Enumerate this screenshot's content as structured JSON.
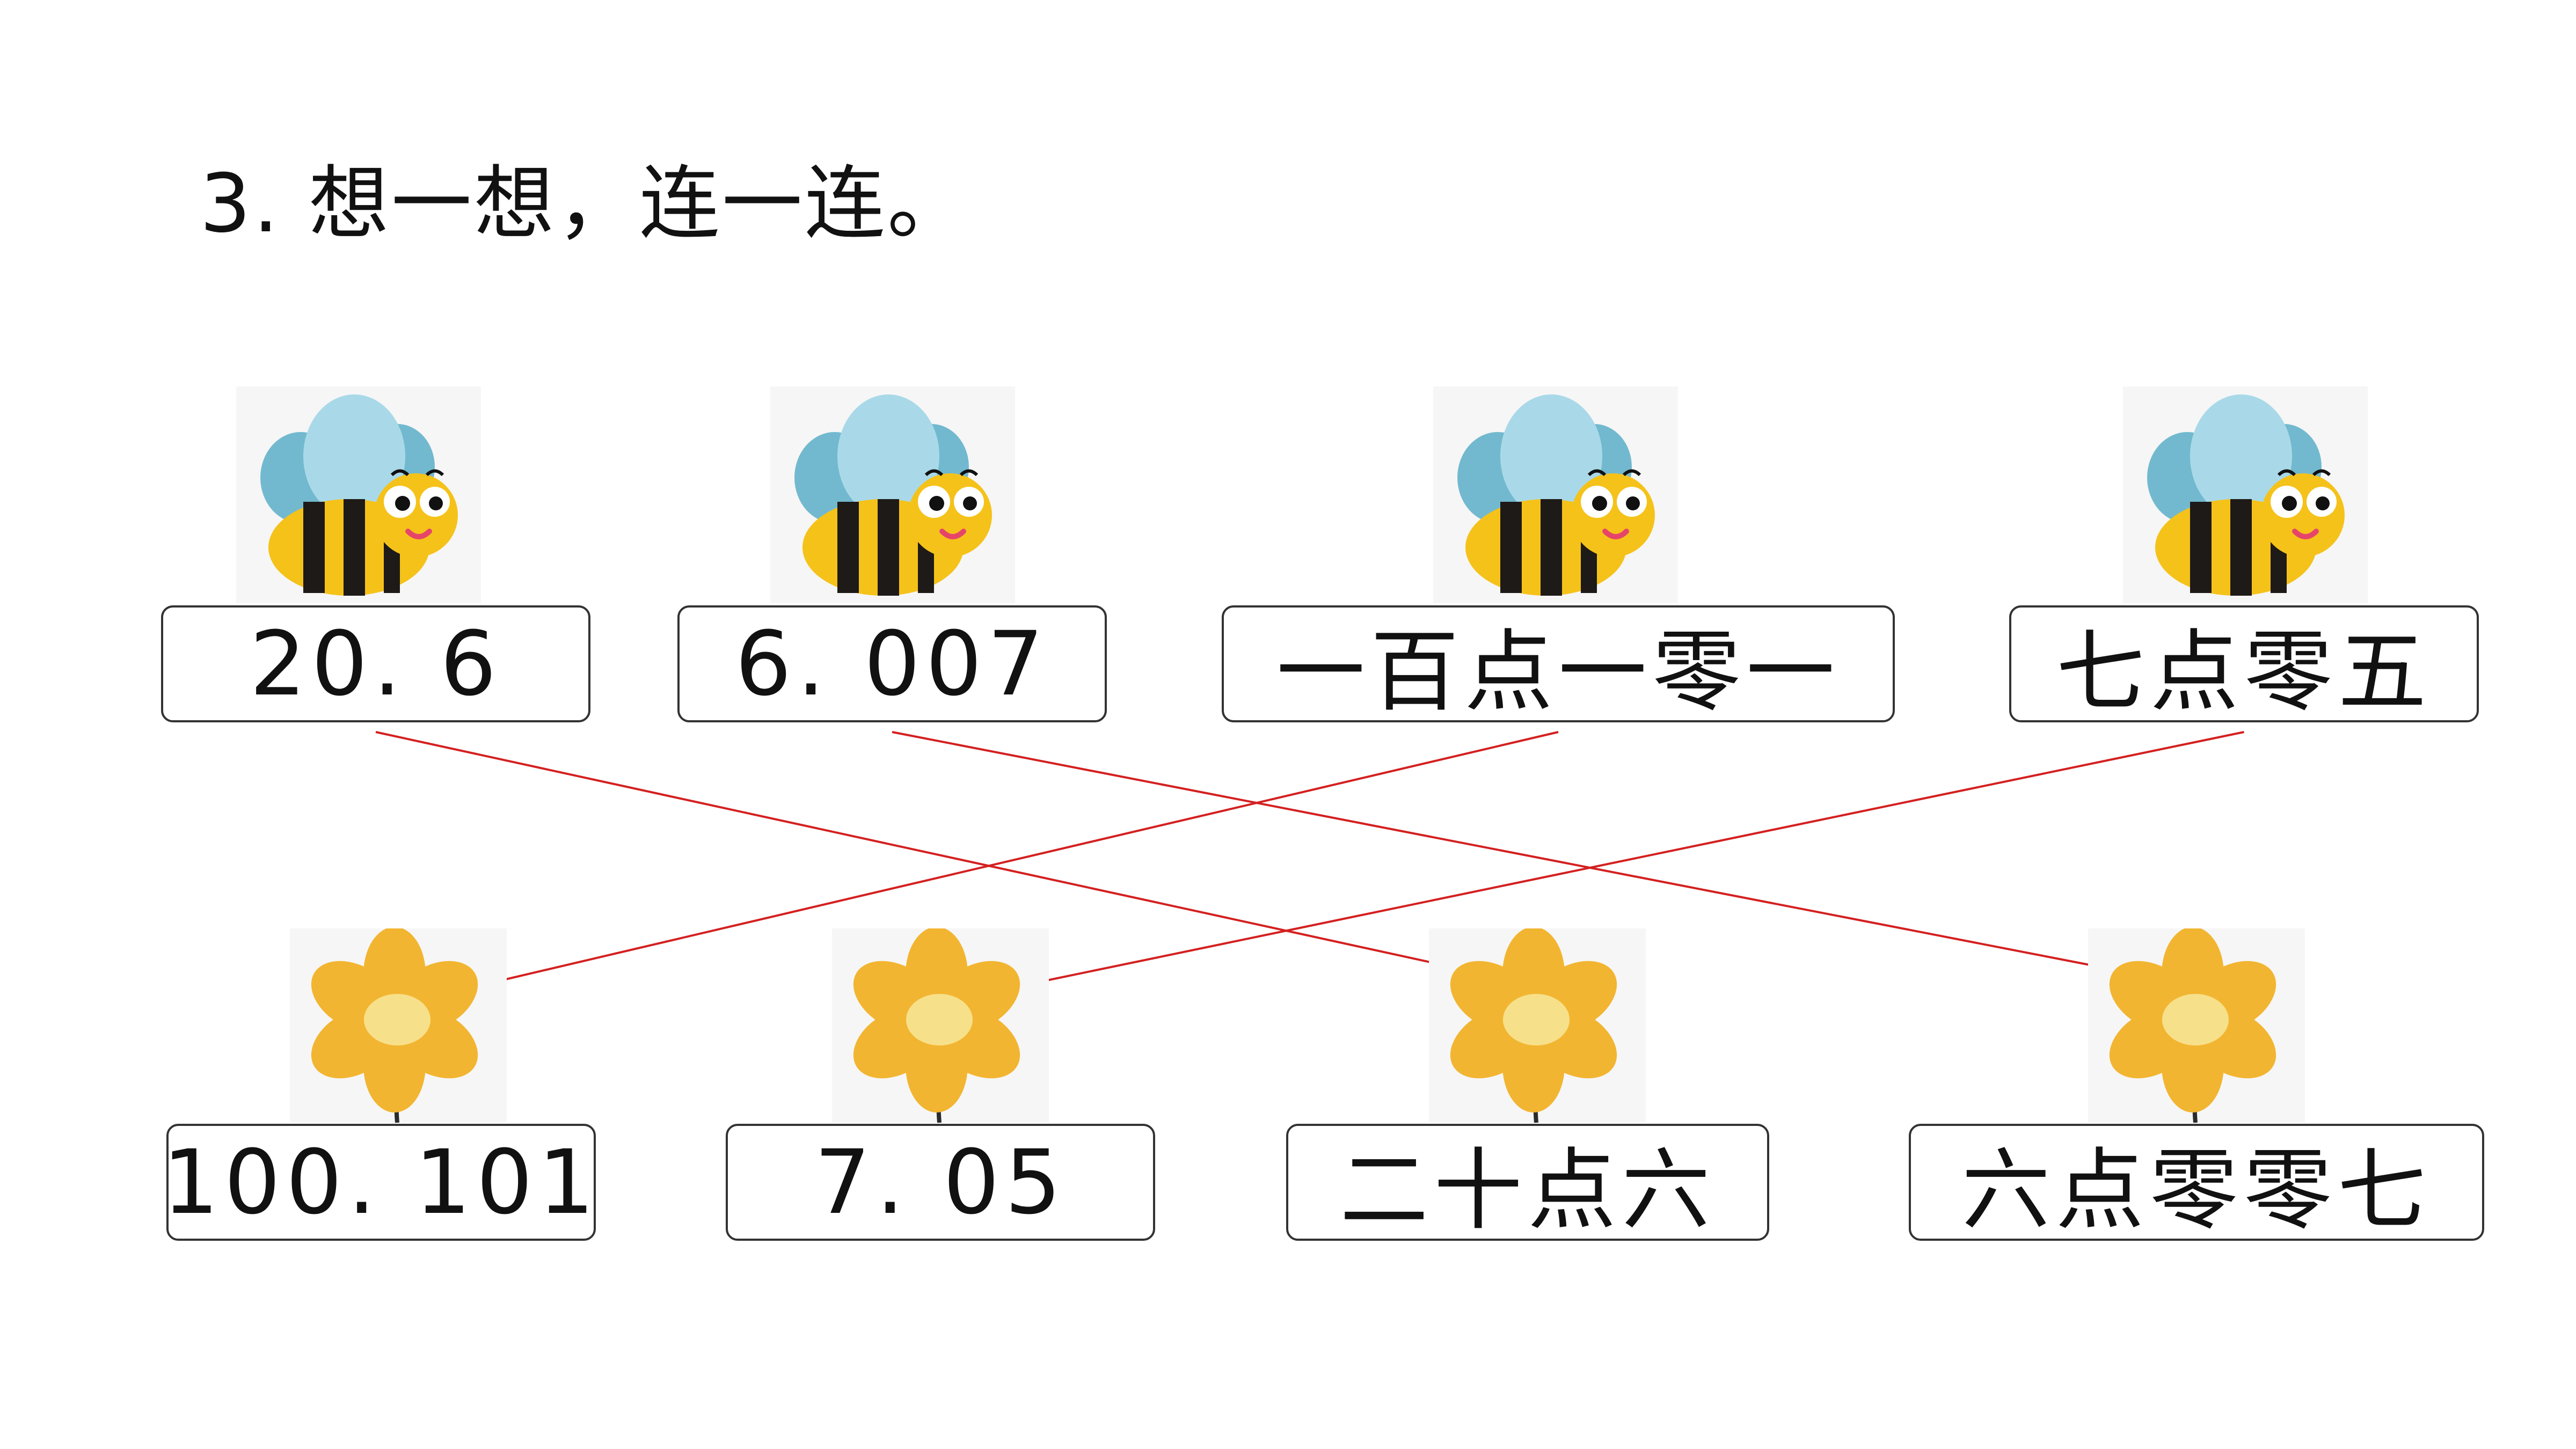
{
  "title": "3. 想一想，连一连。",
  "bees": [
    {
      "label": "20. 6"
    },
    {
      "label": "6. 007"
    },
    {
      "label": "一百点一零一"
    },
    {
      "label": "七点零五"
    }
  ],
  "flowers": [
    {
      "label": "100. 101"
    },
    {
      "label": "7. 05"
    },
    {
      "label": "二十点六"
    },
    {
      "label": "六点零零七"
    }
  ],
  "connections": [
    {
      "bee": 0,
      "flower": 2
    },
    {
      "bee": 1,
      "flower": 3
    },
    {
      "bee": 2,
      "flower": 0
    },
    {
      "bee": 3,
      "flower": 1
    }
  ],
  "colors": {
    "line": "#d42020",
    "wing_light": "#a9d9e8",
    "wing_dark": "#72b9cf",
    "bee_body": "#f5c21a",
    "petal": "#f2b531",
    "flower_center": "#f7e08a"
  }
}
